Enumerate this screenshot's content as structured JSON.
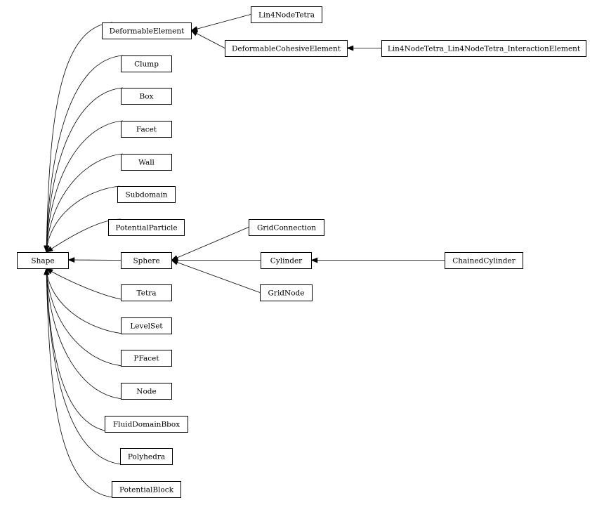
{
  "diagram": {
    "type": "class-inheritance-graph",
    "nodes": [
      {
        "id": "shape",
        "label": "Shape"
      },
      {
        "id": "deformable_element",
        "label": "DeformableElement"
      },
      {
        "id": "clump",
        "label": "Clump"
      },
      {
        "id": "box",
        "label": "Box"
      },
      {
        "id": "facet",
        "label": "Facet"
      },
      {
        "id": "wall",
        "label": "Wall"
      },
      {
        "id": "subdomain",
        "label": "Subdomain"
      },
      {
        "id": "potential_particle",
        "label": "PotentialParticle"
      },
      {
        "id": "sphere",
        "label": "Sphere"
      },
      {
        "id": "tetra",
        "label": "Tetra"
      },
      {
        "id": "level_set",
        "label": "LevelSet"
      },
      {
        "id": "pfacet",
        "label": "PFacet"
      },
      {
        "id": "node",
        "label": "Node"
      },
      {
        "id": "fluid_domain_bbox",
        "label": "FluidDomainBbox"
      },
      {
        "id": "polyhedra",
        "label": "Polyhedra"
      },
      {
        "id": "potential_block",
        "label": "PotentialBlock"
      },
      {
        "id": "lin4nodetetra",
        "label": "Lin4NodeTetra"
      },
      {
        "id": "deformable_cohesive_element",
        "label": "DeformableCohesiveElement"
      },
      {
        "id": "lin4nodetetra_interaction",
        "label": "Lin4NodeTetra_Lin4NodeTetra_InteractionElement"
      },
      {
        "id": "grid_connection",
        "label": "GridConnection"
      },
      {
        "id": "cylinder",
        "label": "Cylinder"
      },
      {
        "id": "grid_node",
        "label": "GridNode"
      },
      {
        "id": "chained_cylinder",
        "label": "ChainedCylinder"
      }
    ],
    "edges": [
      {
        "from": "deformable_element",
        "to": "shape"
      },
      {
        "from": "clump",
        "to": "shape"
      },
      {
        "from": "box",
        "to": "shape"
      },
      {
        "from": "facet",
        "to": "shape"
      },
      {
        "from": "wall",
        "to": "shape"
      },
      {
        "from": "subdomain",
        "to": "shape"
      },
      {
        "from": "potential_particle",
        "to": "shape"
      },
      {
        "from": "sphere",
        "to": "shape"
      },
      {
        "from": "tetra",
        "to": "shape"
      },
      {
        "from": "level_set",
        "to": "shape"
      },
      {
        "from": "pfacet",
        "to": "shape"
      },
      {
        "from": "node",
        "to": "shape"
      },
      {
        "from": "fluid_domain_bbox",
        "to": "shape"
      },
      {
        "from": "polyhedra",
        "to": "shape"
      },
      {
        "from": "potential_block",
        "to": "shape"
      },
      {
        "from": "lin4nodetetra",
        "to": "deformable_element"
      },
      {
        "from": "deformable_cohesive_element",
        "to": "deformable_element"
      },
      {
        "from": "lin4nodetetra_interaction",
        "to": "deformable_cohesive_element"
      },
      {
        "from": "grid_connection",
        "to": "sphere"
      },
      {
        "from": "cylinder",
        "to": "sphere"
      },
      {
        "from": "grid_node",
        "to": "sphere"
      },
      {
        "from": "chained_cylinder",
        "to": "cylinder"
      }
    ]
  }
}
